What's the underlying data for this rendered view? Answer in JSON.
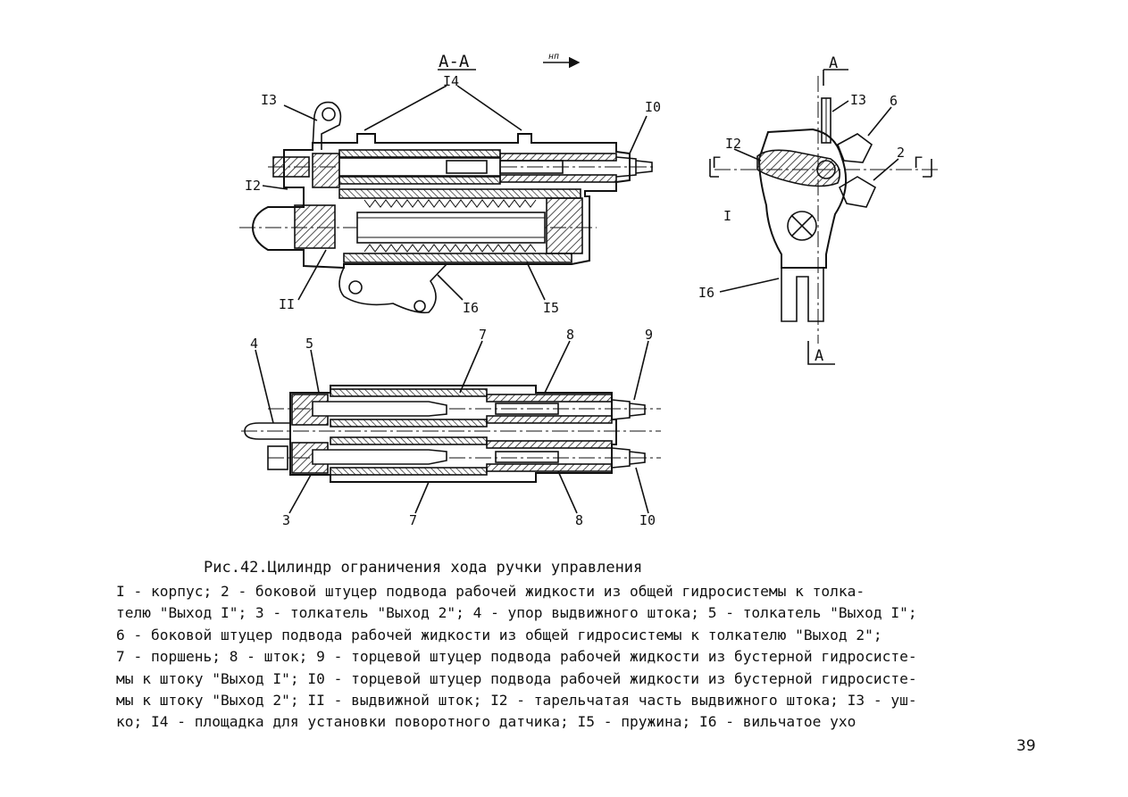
{
  "figure": {
    "section_label": "А-А",
    "direction_label": "нп",
    "view_labels": {
      "section_a_top": "А",
      "section_a_bottom": "А",
      "section_g_left": "Г",
      "section_g_right": "Г"
    },
    "callouts_top": [
      "I3",
      "I4",
      "I0",
      "I2",
      "II",
      "I6",
      "I5"
    ],
    "callouts_side": [
      "I3",
      "6",
      "I2",
      "2",
      "I",
      "I6"
    ],
    "callouts_bottom": [
      "4",
      "5",
      "7",
      "8",
      "9",
      "3",
      "7",
      "8",
      "I0"
    ]
  },
  "caption": {
    "title": "Рис.42.Цилиндр ограничения хода ручки управления",
    "lines": [
      "I - корпус; 2 - боковой штуцер подвода рабочей жидкости из общей гидросистемы к толка-",
      "телю \"Выход I\"; 3 - толкатель \"Выход 2\"; 4 - упор выдвижного штока; 5 - толкатель \"Выход I\";",
      "6 - боковой штуцер подвода рабочей жидкости из общей гидросистемы к толкателю \"Выход 2\";",
      "7 - поршень; 8 - шток; 9 - торцевой штуцер подвода рабочей жидкости из бустерной гидросисте-",
      "мы к штоку \"Выход I\"; I0 - торцевой штуцер подвода рабочей жидкости из бустерной гидросисте-",
      "мы к штоку \"Выход 2\"; II - выдвижной шток; I2 - тарельчатая часть выдвижного штока; I3 - уш-",
      "ко; I4 - площадка для установки поворотного датчика; I5 - пружина; I6 - вильчатое ухо"
    ]
  },
  "page_number": "39"
}
